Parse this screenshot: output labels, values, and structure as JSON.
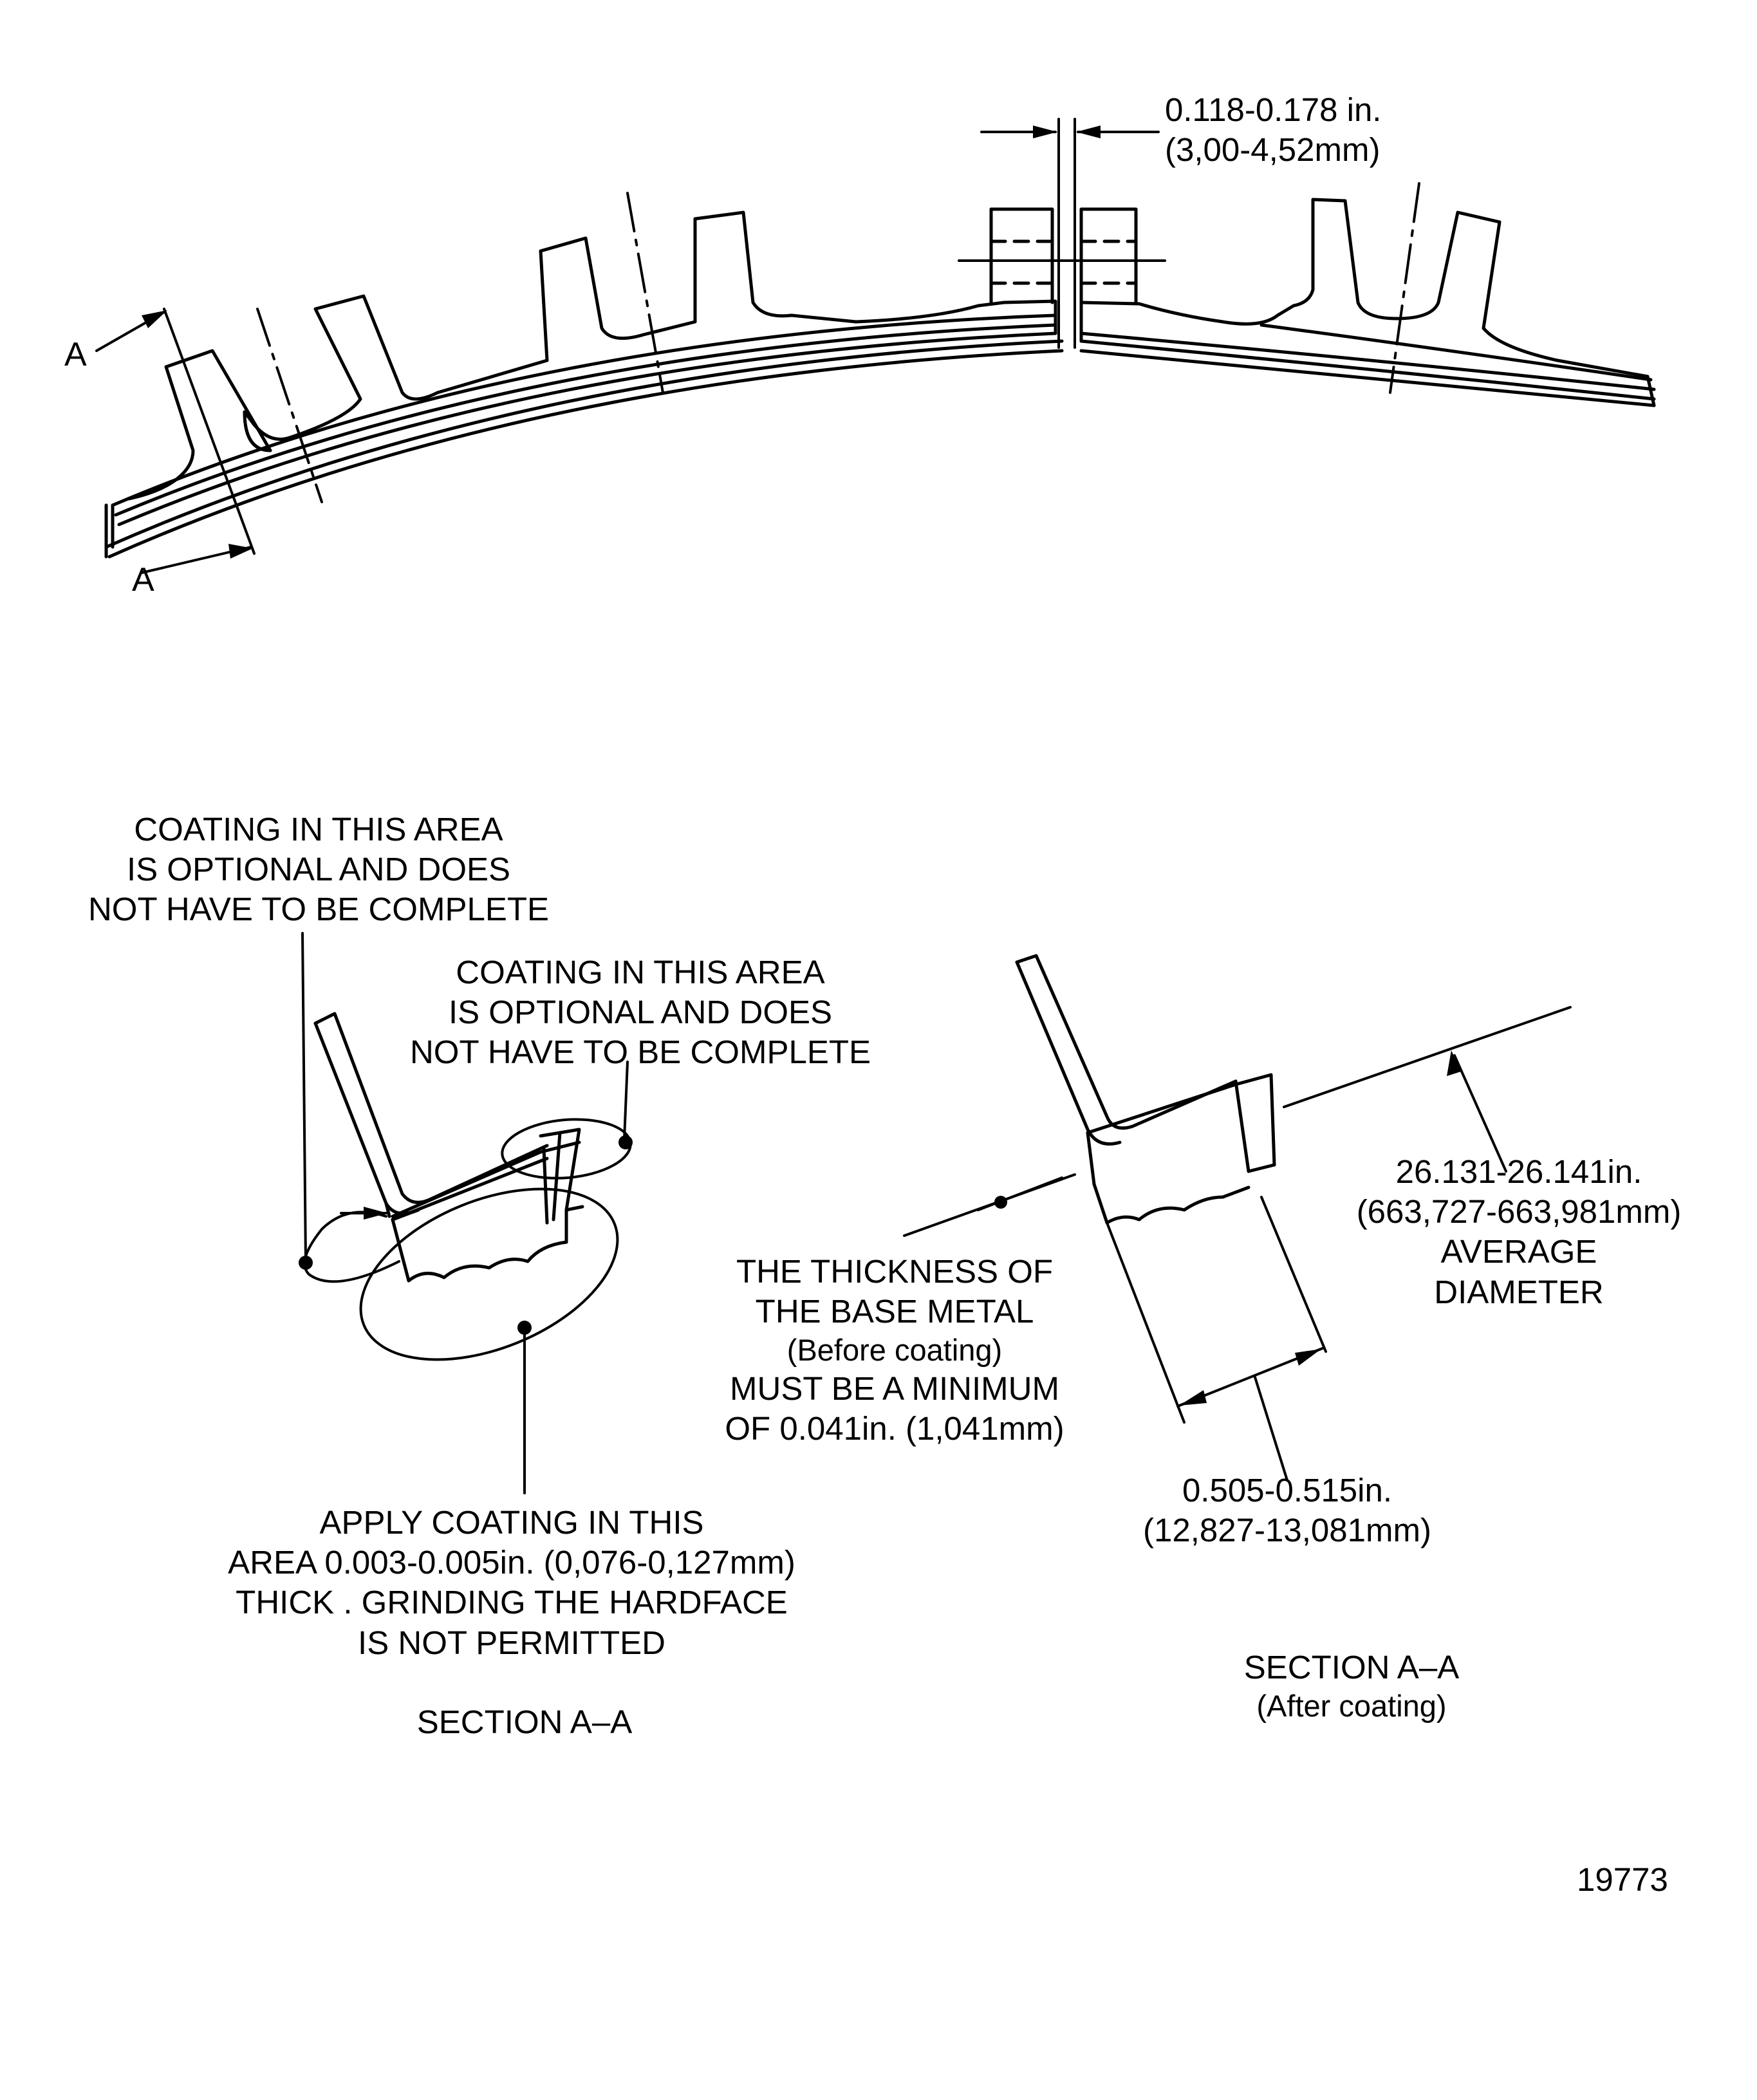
{
  "top_view": {
    "gap_dim_in": "0.118-0.178 in.",
    "gap_dim_mm": "(3,00-4,52mm)",
    "section_mark_top": "A",
    "section_mark_bottom": "A"
  },
  "left_section": {
    "note_upper_1": "COATING IN THIS AREA",
    "note_upper_2": "IS OPTIONAL AND DOES",
    "note_upper_3": "NOT HAVE TO BE COMPLETE",
    "note_inner_1": "COATING IN THIS AREA",
    "note_inner_2": "IS OPTIONAL AND DOES",
    "note_inner_3": "NOT HAVE TO BE COMPLETE",
    "note_apply_1": "APPLY COATING IN THIS",
    "note_apply_2": "AREA 0.003-0.005in. (0,076-0,127mm)",
    "note_apply_3": "THICK . GRINDING THE HARDFACE",
    "note_apply_4": "IS NOT PERMITTED",
    "title": "SECTION A–A"
  },
  "right_section": {
    "diameter_in": "26.131-26.141in.",
    "diameter_mm": "(663,727-663,981mm)",
    "diameter_word_1": "AVERAGE",
    "diameter_word_2": "DIAMETER",
    "thickness_1": "THE THICKNESS OF",
    "thickness_2": "THE BASE METAL",
    "thickness_3": "(Before coating)",
    "thickness_4": "MUST BE A MINIMUM",
    "thickness_5": "OF 0.041in. (1,041mm)",
    "width_in": "0.505-0.515in.",
    "width_mm": "(12,827-13,081mm)",
    "title": "SECTION A–A",
    "subtitle": "(After coating)"
  },
  "figure_number": "19773"
}
